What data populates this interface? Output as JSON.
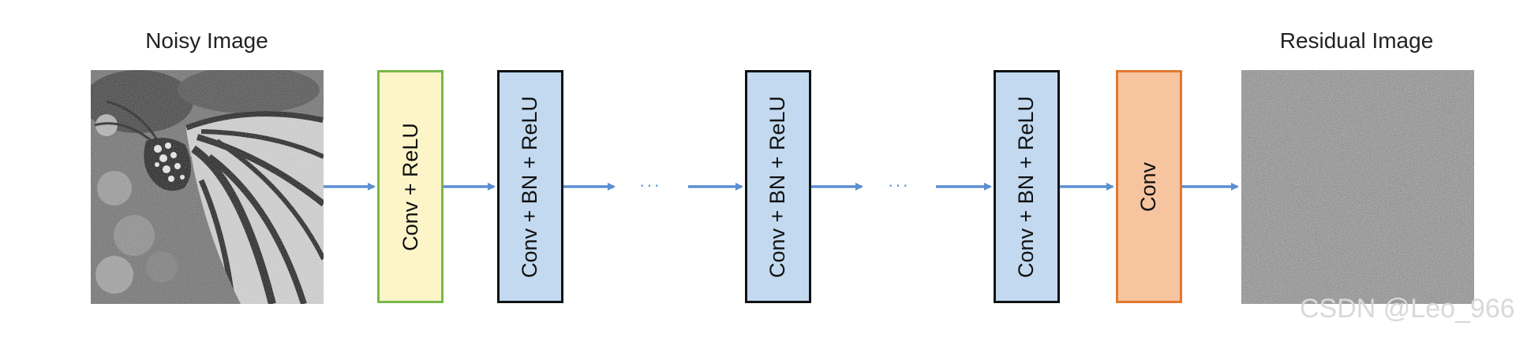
{
  "labels": {
    "input": "Noisy Image",
    "output": "Residual Image"
  },
  "layers": [
    {
      "text": "Conv + ReLU",
      "fill": "#fdf5c8",
      "border": "#78b84a"
    },
    {
      "text": "Conv + BN + ReLU",
      "fill": "#c2d9ef",
      "border": "#111111"
    },
    {
      "text": "Conv + BN + ReLU",
      "fill": "#c2d9ef",
      "border": "#111111"
    },
    {
      "text": "Conv + BN + ReLU",
      "fill": "#c2d9ef",
      "border": "#111111"
    },
    {
      "text": "Conv",
      "fill": "#f7c4a0",
      "border": "#e2782c"
    }
  ],
  "ellipsis": [
    "···",
    "···"
  ],
  "watermark": "CSDN @Leo_966",
  "colors": {
    "arrow": "#5b8fd1"
  },
  "images": {
    "input": "noisy-butterfly-image",
    "output": "residual-noise-image"
  }
}
